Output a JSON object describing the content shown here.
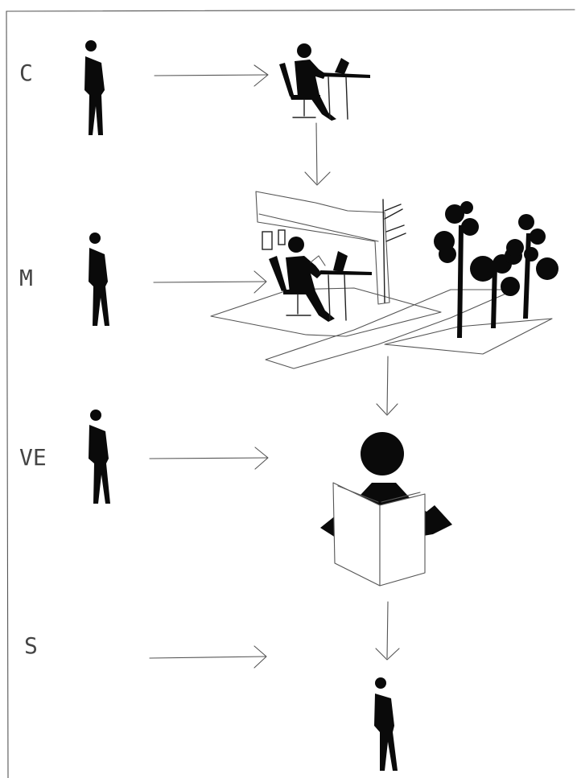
{
  "rows": [
    {
      "label": "C"
    },
    {
      "label": "M"
    },
    {
      "label": "VE"
    },
    {
      "label": "S"
    }
  ],
  "colors": {
    "ink": "#0a0a0a",
    "pencil": "#555555",
    "label": "#444444"
  },
  "icons": {
    "person": "standing-person-icon",
    "desk": "person-at-desk-icon",
    "workspace": "workspace-with-trees-icon",
    "reader": "person-reading-icon"
  }
}
